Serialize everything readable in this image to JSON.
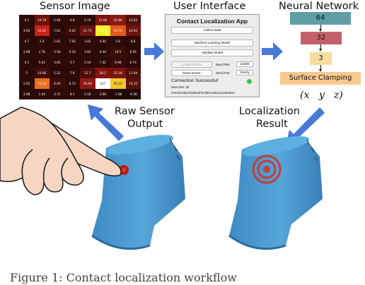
{
  "titles": {
    "sensor_image": "Sensor Image",
    "user_interface": "User Interface",
    "neural_network": "Neural Network"
  },
  "heatmap": {
    "values": [
      [
        "4.2",
        "19.78",
        "5.46",
        "6.6",
        "5.74",
        "31.96",
        "42.86",
        "14.62"
      ],
      [
        "4.92",
        "52.52",
        "7.62",
        "9.62",
        "21.75",
        "107.3",
        "63.76",
        "24.92"
      ],
      [
        "4.7",
        "2.4",
        "2.62",
        "7.02",
        "3.42",
        "4.04",
        "2.6",
        "8.6"
      ],
      [
        "2.68",
        "2.76",
        "3.58",
        "5.16",
        "3.82",
        "6.44",
        "10.5",
        "6.92"
      ],
      [
        "4.5",
        "5.62",
        "3.66",
        "5.7",
        "5.16",
        "7.42",
        "8.98",
        "6.74"
      ],
      [
        "5",
        "10.96",
        "5.22",
        "7.6",
        "11.7",
        "28.2",
        "25.38",
        "11.84"
      ],
      [
        "5.62",
        "71.44",
        "9.94",
        "6.72",
        "26.94",
        "137",
        "95.52",
        "16.32"
      ],
      [
        "2.68",
        "1.44",
        "3.72",
        "8.1",
        "5.16",
        "2.98",
        "-1.98",
        "-0.38"
      ]
    ],
    "colors": [
      [
        "#2c0a07",
        "#6e120c",
        "#2c0a07",
        "#2c0a07",
        "#2c0a07",
        "#7d140d",
        "#8a1a10",
        "#52100b"
      ],
      [
        "#2c0a07",
        "#c9211a",
        "#2c0a07",
        "#3a0c08",
        "#6d120c",
        "#f3ef28",
        "#e05a1c",
        "#6f130c"
      ],
      [
        "#2c0a07",
        "#2c0a07",
        "#2c0a07",
        "#2c0a07",
        "#2c0a07",
        "#2c0a07",
        "#2c0a07",
        "#2c0a07"
      ],
      [
        "#2c0a07",
        "#2c0a07",
        "#2c0a07",
        "#2c0a07",
        "#2c0a07",
        "#2c0a07",
        "#3a0c08",
        "#2c0a07"
      ],
      [
        "#2c0a07",
        "#2c0a07",
        "#2c0a07",
        "#2c0a07",
        "#2c0a07",
        "#2c0a07",
        "#360b08",
        "#2c0a07"
      ],
      [
        "#2c0a07",
        "#440d09",
        "#2c0a07",
        "#2c0a07",
        "#4b0e0a",
        "#831510",
        "#7a140e",
        "#4b0e0a"
      ],
      [
        "#2c0a07",
        "#e8701e",
        "#3c0c08",
        "#2c0a07",
        "#8f1912",
        "#ffffff",
        "#f0c82a",
        "#5c110b"
      ],
      [
        "#2c0a07",
        "#2c0a07",
        "#2c0a07",
        "#2c0a07",
        "#2c0a07",
        "#2c0a07",
        "#1e0705",
        "#220806"
      ]
    ],
    "dark_text_values": [
      "137",
      "95.52"
    ]
  },
  "ui": {
    "app_title": "Contact Localization App",
    "collect_data": "Collect Data",
    "ml_model": "Machine Learning Model",
    "validate_model": "Validate Model",
    "contact_arduino": "Contact Arduino",
    "baud_rate_label": "Baud Rate",
    "baud_rate_value": "115200",
    "reset_sensor": "Reset Sensor",
    "serial_port_label": "Serial Port",
    "serial_port_value": "/dev/tty",
    "connection_status": "Connection Successful!",
    "data_size": "Data Size: 30",
    "path": "/Users/nolan/Desktop/TactileContactLocalization",
    "status_color": "#37c837"
  },
  "network": {
    "layers": [
      {
        "label": "64",
        "color": "#5f9ea5"
      },
      {
        "label": "32",
        "color": "#c4606a"
      },
      {
        "label": "3",
        "color": "#f6dca0"
      }
    ],
    "clamping_label": "Surface Clamping",
    "clamping_color": "#f8c98f",
    "outputs": [
      "(x",
      "y",
      "z)"
    ]
  },
  "labels": {
    "raw_sensor_line1": "Raw Sensor",
    "raw_sensor_line2": "Output",
    "localization_line1": "Localization",
    "localization_line2": "Result"
  },
  "colors": {
    "arrow": "#4a78d8",
    "sleeve": "#4a98d0",
    "target": "#c0413d"
  },
  "caption": "Figure 1: Contact localization workflow"
}
